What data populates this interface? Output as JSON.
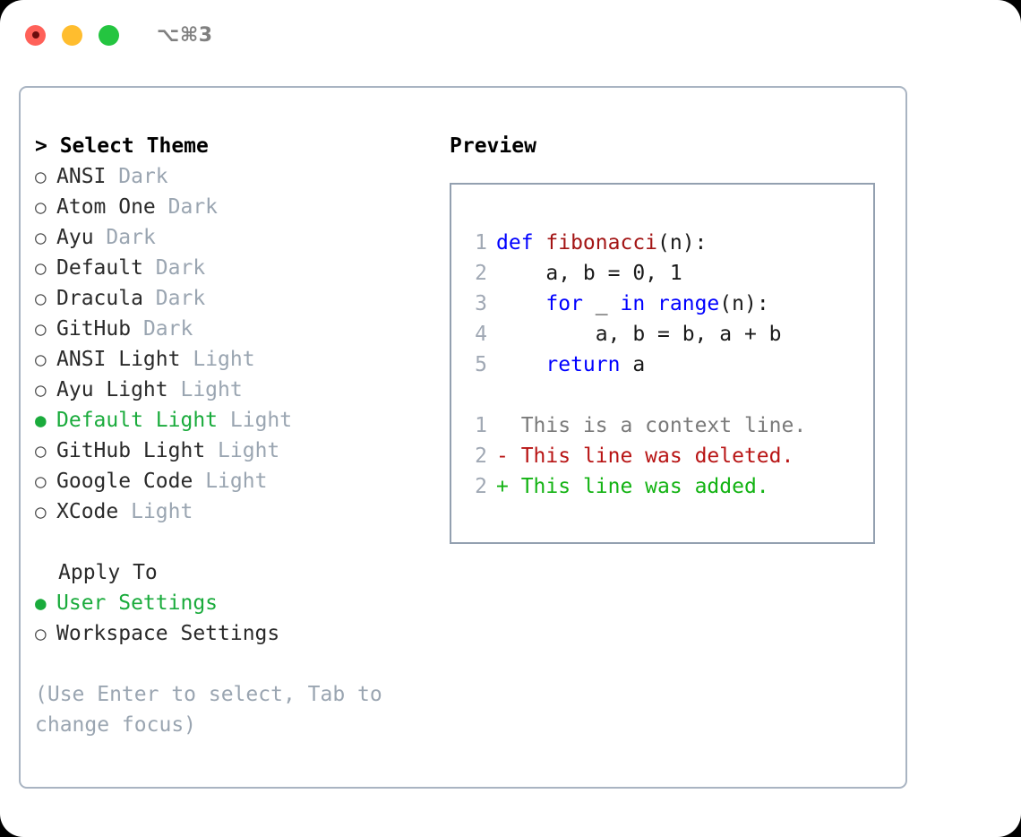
{
  "window": {
    "traffic_lights": [
      {
        "name": "close",
        "color": "#ff6159",
        "recording": true
      },
      {
        "name": "minimize",
        "color": "#ffbd2e",
        "recording": false
      },
      {
        "name": "zoom",
        "color": "#24c540",
        "recording": false
      }
    ],
    "shortcut": "⌥⌘3"
  },
  "colors": {
    "accent_green": "#1aab3c",
    "muted_tag": "#9aa5b1",
    "panel_border": "#a9b4c2",
    "preview_border": "#93a0b0",
    "keyword_blue": "#0000ff",
    "function_red": "#a31515",
    "diff_delete": "#b81414",
    "diff_add": "#13b313",
    "diff_context": "#7a7a7a",
    "linenumber": "#a0a8b4"
  },
  "theme_picker": {
    "header": "> Select Theme",
    "options": [
      {
        "label": "ANSI",
        "tag": "Dark",
        "selected": false,
        "bullet": "○"
      },
      {
        "label": "Atom One",
        "tag": "Dark",
        "selected": false,
        "bullet": "○"
      },
      {
        "label": "Ayu",
        "tag": "Dark",
        "selected": false,
        "bullet": "○"
      },
      {
        "label": "Default",
        "tag": "Dark",
        "selected": false,
        "bullet": "○"
      },
      {
        "label": "Dracula",
        "tag": "Dark",
        "selected": false,
        "bullet": "○"
      },
      {
        "label": "GitHub",
        "tag": "Dark",
        "selected": false,
        "bullet": "○"
      },
      {
        "label": "ANSI Light",
        "tag": "Light",
        "selected": false,
        "bullet": "○"
      },
      {
        "label": "Ayu Light",
        "tag": "Light",
        "selected": false,
        "bullet": "○"
      },
      {
        "label": "Default Light",
        "tag": "Light",
        "selected": true,
        "bullet": "●"
      },
      {
        "label": "GitHub Light",
        "tag": "Light",
        "selected": false,
        "bullet": "○"
      },
      {
        "label": "Google Code",
        "tag": "Light",
        "selected": false,
        "bullet": "○"
      },
      {
        "label": "XCode",
        "tag": "Light",
        "selected": false,
        "bullet": "○"
      }
    ]
  },
  "apply_to": {
    "header": "Apply To",
    "options": [
      {
        "label": "User Settings",
        "selected": true,
        "bullet": "●"
      },
      {
        "label": "Workspace Settings",
        "selected": false,
        "bullet": "○"
      }
    ]
  },
  "hint": "(Use Enter to select, Tab to change focus)",
  "preview": {
    "header": "Preview",
    "code_lines": [
      {
        "number": "1",
        "tokens": [
          {
            "text": "def ",
            "type": "kw"
          },
          {
            "text": "fibonacci",
            "type": "fn"
          },
          {
            "text": "(n):",
            "type": "pl"
          }
        ]
      },
      {
        "number": "2",
        "tokens": [
          {
            "text": "    a, b = 0, 1",
            "type": "pl"
          }
        ]
      },
      {
        "number": "3",
        "tokens": [
          {
            "text": "    ",
            "type": "pl"
          },
          {
            "text": "for",
            "type": "kw"
          },
          {
            "text": " _ ",
            "type": "pl"
          },
          {
            "text": "in",
            "type": "kw"
          },
          {
            "text": " ",
            "type": "pl"
          },
          {
            "text": "range",
            "type": "kw"
          },
          {
            "text": "(n):",
            "type": "pl"
          }
        ]
      },
      {
        "number": "4",
        "tokens": [
          {
            "text": "        a, b = b, a + b",
            "type": "pl"
          }
        ]
      },
      {
        "number": "5",
        "tokens": [
          {
            "text": "    ",
            "type": "pl"
          },
          {
            "text": "return",
            "type": "kw"
          },
          {
            "text": " a",
            "type": "pl"
          }
        ]
      }
    ],
    "diff_lines": [
      {
        "number": "1",
        "marker": " ",
        "text": " This is a context line.",
        "kind": "ctx"
      },
      {
        "number": "2",
        "marker": "-",
        "text": " This line was deleted.",
        "kind": "del"
      },
      {
        "number": "2",
        "marker": "+",
        "text": " This line was added.",
        "kind": "add"
      }
    ]
  }
}
